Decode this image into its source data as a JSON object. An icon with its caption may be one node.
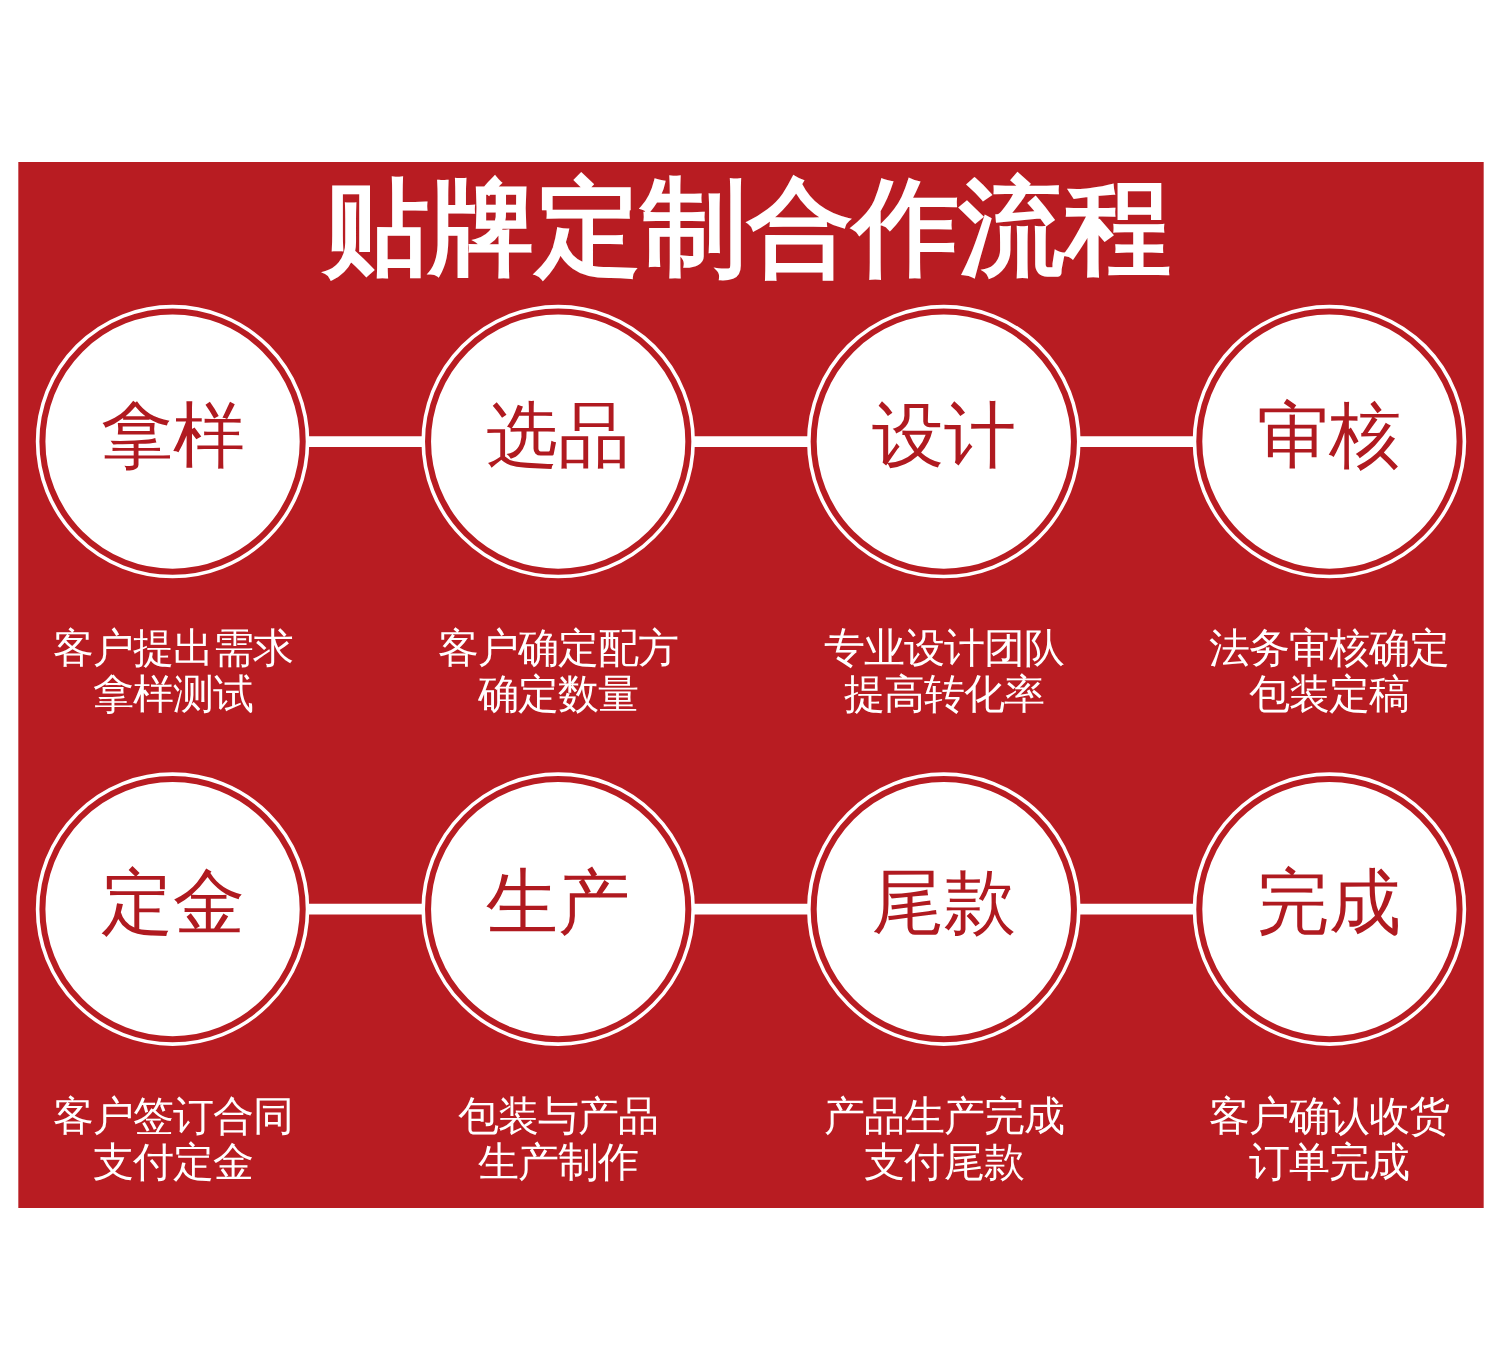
{
  "diagram": {
    "title": "贴牌定制合作流程",
    "nodes": [
      {
        "text": [
          "拿样"
        ],
        "beside": [
          "客户提出需求拿样测试"
        ]
      },
      {
        "text": [
          "选品"
        ],
        "beside": [
          "客户确定配方确定数量"
        ]
      },
      {
        "text": [
          "设计"
        ],
        "beside": [
          "专业设计团队提高转化率"
        ]
      },
      {
        "text": [
          "审核"
        ],
        "beside": [
          "法务审核确定包装定稿"
        ]
      },
      {
        "text": [
          "定金"
        ],
        "beside": [
          "客户签订合同支付定金"
        ]
      },
      {
        "text": [
          "生产"
        ],
        "beside": [
          "包装与产品生产制作"
        ]
      },
      {
        "text": [
          "尾款"
        ],
        "beside": [
          "产品生产完成支付尾款"
        ]
      },
      {
        "text": [
          "完成"
        ],
        "beside": [
          "客户确认收货订单完成"
        ]
      }
    ],
    "edges": [
      {
        "from": 0,
        "to": 1,
        "arrow": "none"
      },
      {
        "from": 1,
        "to": 2,
        "arrow": "none"
      },
      {
        "from": 2,
        "to": 3,
        "arrow": "none"
      },
      {
        "from": 4,
        "to": 5,
        "arrow": "none"
      },
      {
        "from": 5,
        "to": 6,
        "arrow": "none"
      },
      {
        "from": 6,
        "to": 7,
        "arrow": "none"
      }
    ]
  }
}
